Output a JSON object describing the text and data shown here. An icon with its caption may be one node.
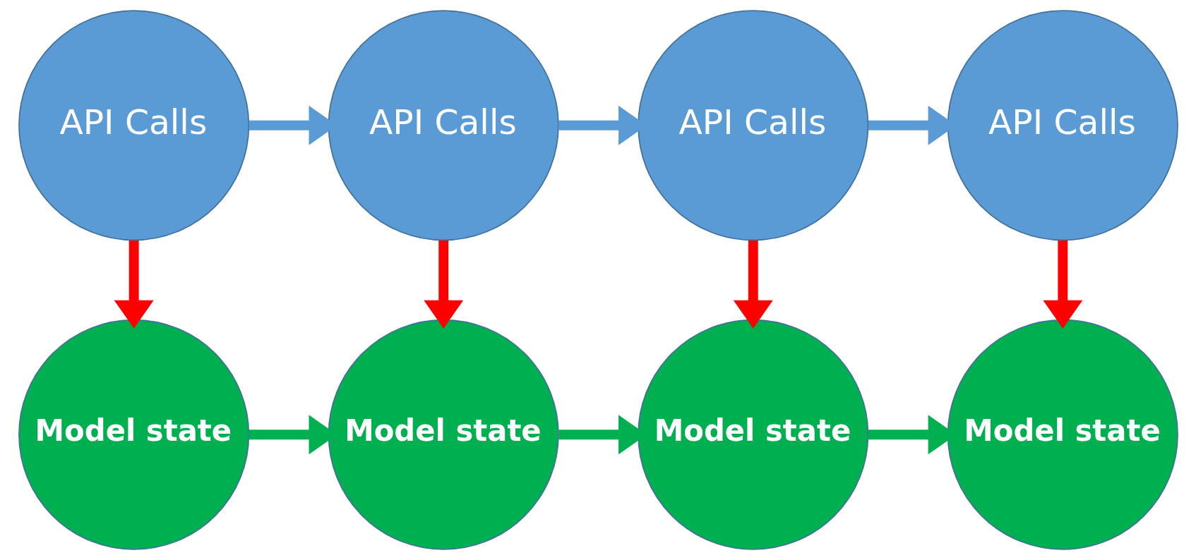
{
  "diagram": {
    "nodes": [
      {
        "text": [
          "API Calls"
        ]
      },
      {
        "text": [
          "API Calls"
        ]
      },
      {
        "text": [
          "API Calls"
        ]
      },
      {
        "text": [
          "API Calls"
        ]
      },
      {
        "text": [
          "Model state"
        ]
      },
      {
        "text": [
          "Model state"
        ]
      },
      {
        "text": [
          "Model state"
        ]
      },
      {
        "text": [
          "Model state"
        ]
      }
    ],
    "edges": [
      {
        "from": 0,
        "to": 1,
        "arrow": "to",
        "color": "#5b9bd5"
      },
      {
        "from": 1,
        "to": 2,
        "arrow": "to",
        "color": "#5b9bd5"
      },
      {
        "from": 2,
        "to": 3,
        "arrow": "to",
        "color": "#5b9bd5"
      },
      {
        "from": 0,
        "to": 4,
        "arrow": "to",
        "color": "#ff0000"
      },
      {
        "from": 1,
        "to": 5,
        "arrow": "to",
        "color": "#ff0000"
      },
      {
        "from": 2,
        "to": 6,
        "arrow": "to",
        "color": "#ff0000"
      },
      {
        "from": 3,
        "to": 7,
        "arrow": "to",
        "color": "#ff0000"
      },
      {
        "from": 4,
        "to": 5,
        "arrow": "to",
        "color": "#00b050"
      },
      {
        "from": 5,
        "to": 6,
        "arrow": "to",
        "color": "#00b050"
      },
      {
        "from": 6,
        "to": 7,
        "arrow": "to",
        "color": "#00b050"
      }
    ]
  }
}
